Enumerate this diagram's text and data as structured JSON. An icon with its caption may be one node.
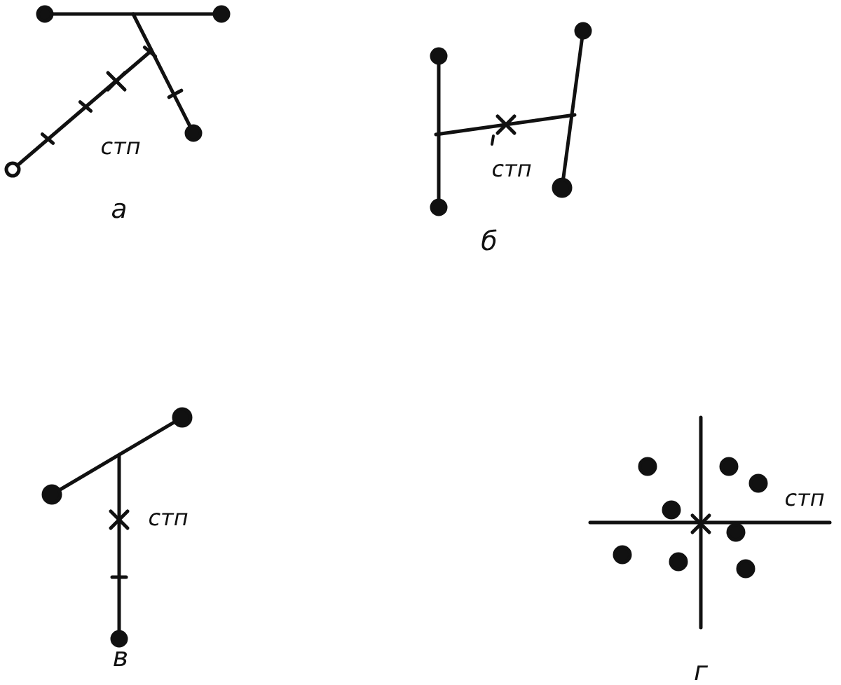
{
  "diagram": {
    "labels": [
      "стп",
      "а",
      "стп",
      "б",
      "стп",
      "в",
      "стп",
      "г"
    ]
  }
}
